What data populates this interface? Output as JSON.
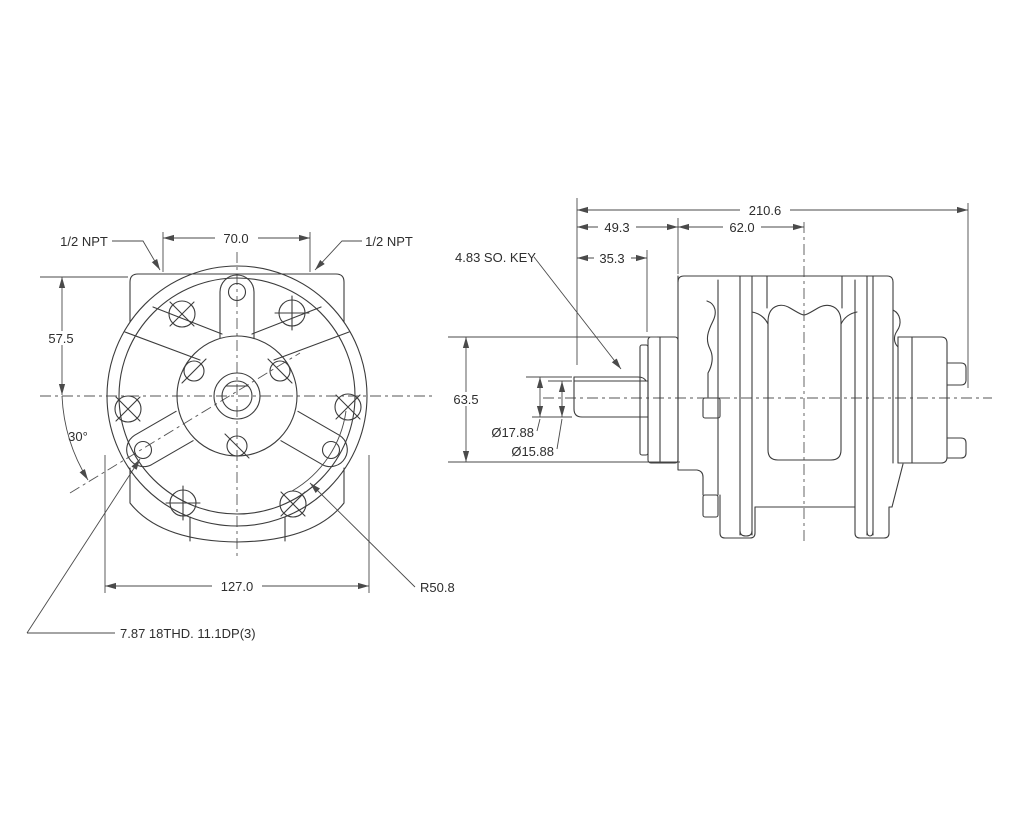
{
  "front": {
    "npt_left": "1/2 NPT",
    "npt_right": "1/2 NPT",
    "dim_port_spacing": "70.0",
    "dim_top_to_center": "57.5",
    "dim_angle": "30°",
    "dim_body_diameter": "127.0",
    "dim_slot_radius": "R50.8",
    "note_thread": "7.87 18THD. 11.1DP(3)"
  },
  "side": {
    "dim_overall": "210.6",
    "dim_front_section": "49.3",
    "dim_gear_section": "62.0",
    "dim_shaft_ext": "35.3",
    "dim_mount_height": "63.5",
    "dim_shaft_major": "Ø17.88",
    "dim_shaft_minor": "Ø15.88",
    "note_key": "4.83 SO. KEY"
  },
  "style": {
    "line_color": "#3c3c3c",
    "background": "#ffffff"
  }
}
